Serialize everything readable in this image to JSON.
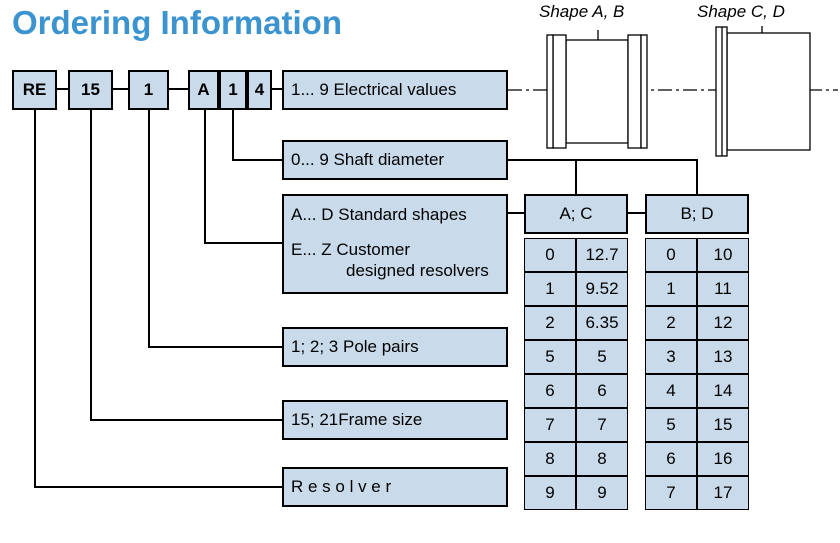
{
  "title": "Ordering Information",
  "shape_labels": {
    "ab": "Shape A, B",
    "cd": "Shape C, D"
  },
  "code": {
    "re": "RE",
    "n15": "15",
    "n1": "1",
    "a": "A",
    "c1": "1",
    "c4": "4",
    "dash": "–"
  },
  "descriptions": {
    "electrical": "1... 9  Electrical values",
    "shaft": "0... 9  Shaft diameter",
    "standard": "A... D  Standard shapes",
    "customer_1": "E... Z  Customer",
    "customer_2": "designed resolvers",
    "pole": "1; 2; 3  Pole pairs",
    "frame": "15; 21Frame size",
    "resolver": "R e s o l v e r"
  },
  "table_ac": {
    "header": "A; C",
    "rows": [
      [
        "0",
        "12.7"
      ],
      [
        "1",
        "9.52"
      ],
      [
        "2",
        "6.35"
      ],
      [
        "5",
        "5"
      ],
      [
        "6",
        "6"
      ],
      [
        "7",
        "7"
      ],
      [
        "8",
        "8"
      ],
      [
        "9",
        "9"
      ]
    ]
  },
  "table_bd": {
    "header": "B; D",
    "rows": [
      [
        "0",
        "10"
      ],
      [
        "1",
        "11"
      ],
      [
        "2",
        "12"
      ],
      [
        "3",
        "13"
      ],
      [
        "4",
        "14"
      ],
      [
        "5",
        "15"
      ],
      [
        "6",
        "16"
      ],
      [
        "7",
        "17"
      ]
    ]
  },
  "colors": {
    "title": "#3b93d0",
    "box_fill": "#c9daea",
    "stroke": "#000000"
  }
}
